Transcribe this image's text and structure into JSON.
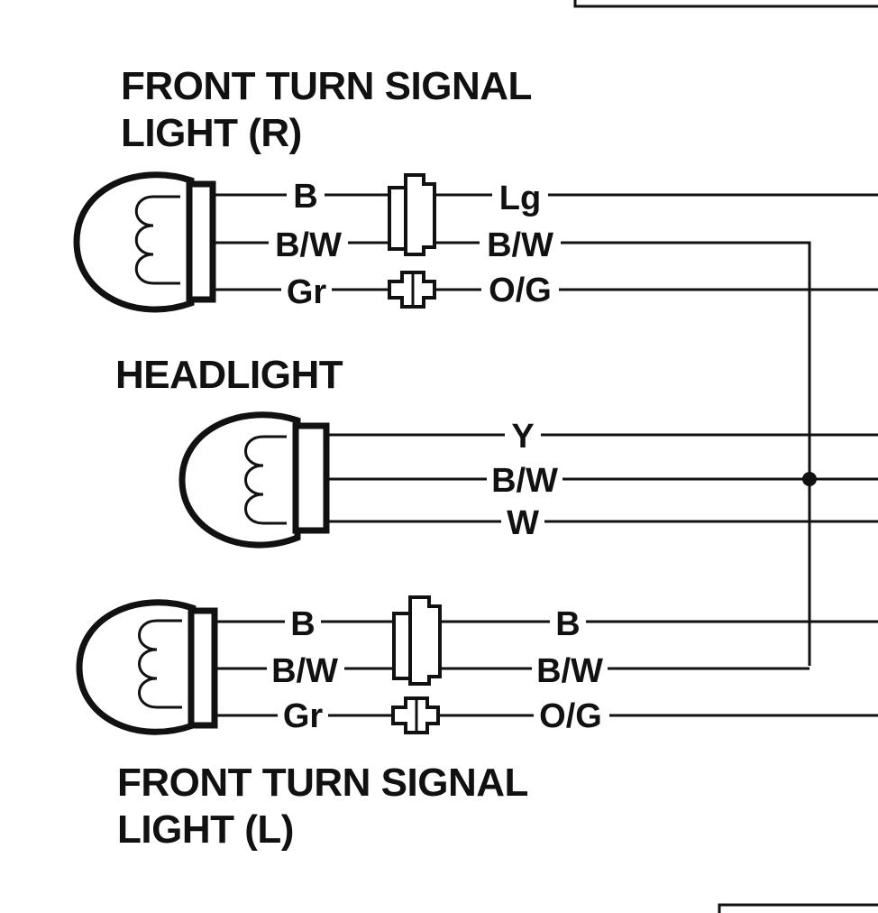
{
  "labels": {
    "front_turn_signal_r": {
      "line1": "FRONT TURN SIGNAL",
      "line2": "LIGHT (R)"
    },
    "headlight": {
      "line1": "HEADLIGHT"
    },
    "front_turn_signal_l": {
      "line1": "FRONT TURN SIGNAL",
      "line2": "LIGHT (L)"
    }
  },
  "wires": {
    "right_signal": {
      "lamp_side": [
        "B",
        "B/W",
        "Gr"
      ],
      "harness_side": [
        "Lg",
        "B/W",
        "O/G"
      ]
    },
    "headlight": [
      "Y",
      "B/W",
      "W"
    ],
    "left_signal": {
      "lamp_side": [
        "B",
        "B/W",
        "Gr"
      ],
      "harness_side": [
        "B",
        "B/W",
        "O/G"
      ]
    }
  },
  "colors": {
    "ink": "#111111",
    "background": "#ffffff"
  }
}
